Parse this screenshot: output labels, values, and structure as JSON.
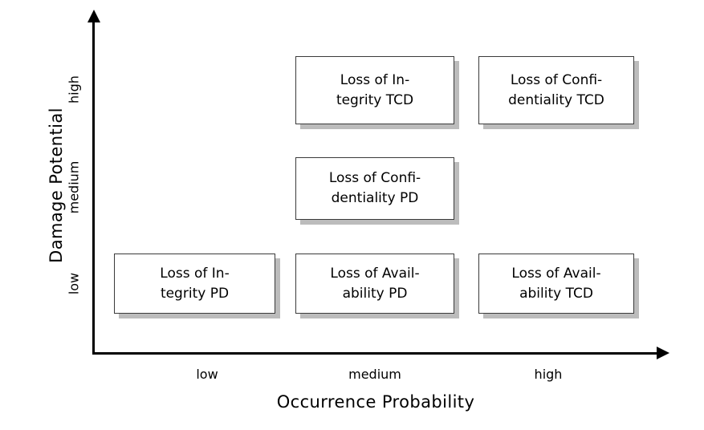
{
  "chart_data": {
    "type": "table",
    "title": "",
    "xlabel": "Occurrence Probability",
    "ylabel": "Damage Potential",
    "x_ticks": [
      "low",
      "medium",
      "high"
    ],
    "y_ticks": [
      "low",
      "medium",
      "high"
    ],
    "grid": false,
    "legend": "none",
    "items": [
      {
        "label": "Loss of Integrity TCD",
        "line1": "Loss of In-",
        "line2": "tegrity TCD",
        "x": "medium",
        "y": "high"
      },
      {
        "label": "Loss of Confidentiality TCD",
        "line1": "Loss of Confi-",
        "line2": "dentiality TCD",
        "x": "high",
        "y": "high"
      },
      {
        "label": "Loss of Confidentiality PD",
        "line1": "Loss of Confi-",
        "line2": "dentiality PD",
        "x": "medium",
        "y": "medium"
      },
      {
        "label": "Loss of Integrity PD",
        "line1": "Loss of In-",
        "line2": "tegrity PD",
        "x": "low",
        "y": "low"
      },
      {
        "label": "Loss of Availability PD",
        "line1": "Loss of Avail-",
        "line2": "ability PD",
        "x": "medium",
        "y": "low"
      },
      {
        "label": "Loss of Availability TCD",
        "line1": "Loss of Avail-",
        "line2": "ability TCD",
        "x": "high",
        "y": "low"
      }
    ]
  },
  "axes": {
    "y_title": "Damage Potential",
    "x_title": "Occurrence Probability",
    "y_ticks": {
      "low": "low",
      "medium": "medium",
      "high": "high"
    },
    "x_ticks": {
      "low": "low",
      "medium": "medium",
      "high": "high"
    }
  },
  "colors": {
    "background": "#ffffff",
    "axis": "#000000",
    "box_border": "#3a3a3a",
    "box_fill": "#ffffff",
    "box_shadow": "#bcbcbc",
    "text": "#000000"
  }
}
